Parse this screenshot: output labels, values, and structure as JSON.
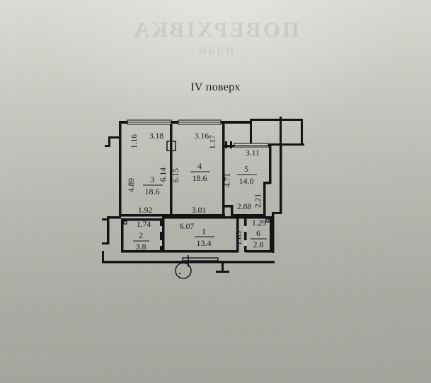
{
  "page": {
    "title": "IV поверх",
    "bleed_through_line1": "ПОВЕРХІВКА",
    "bleed_through_line2": "план"
  },
  "plan": {
    "colors": {
      "wall": "#141417",
      "paper_light": "#dcdcd6",
      "paper_dark": "#a4a49d",
      "text": "#17171b"
    },
    "rooms": [
      {
        "id": "room-3",
        "number": "3",
        "area": "18.6"
      },
      {
        "id": "room-4",
        "number": "4",
        "area": "18.6"
      },
      {
        "id": "room-5",
        "number": "5",
        "area": "14.0"
      },
      {
        "id": "room-1",
        "number": "1",
        "area": "13.4"
      },
      {
        "id": "room-2",
        "number": "2",
        "area": "3.8"
      },
      {
        "id": "room-6",
        "number": "6",
        "area": "2.8"
      }
    ],
    "dimensions": {
      "top_left_vertical": "1.16",
      "top_left_horizontal": "3.18",
      "top_right_horizontal": "3.16",
      "top_right_vertical": "1.17",
      "room5_top": "3.11",
      "room3_left": "4.89",
      "room3_right": "6.14",
      "room4_left": "6.15",
      "room5_left": "4.71",
      "room5_right": "2.21",
      "room3_bottom": "1.92",
      "room4_bottom": "3.01",
      "room5_bottom": "2.88",
      "room2_top": "1.74",
      "room1_top": "6.07",
      "room1_right": "1.83",
      "room6_top": "1.29"
    }
  }
}
